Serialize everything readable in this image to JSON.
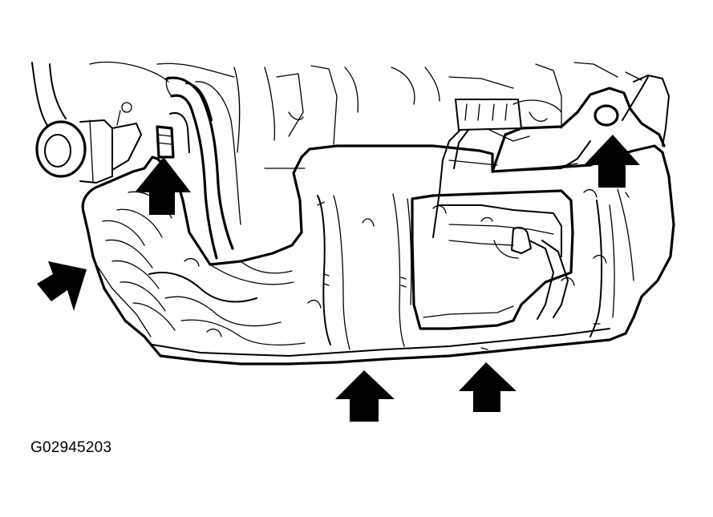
{
  "figure": {
    "id_label": "G02945203"
  },
  "arrows": [
    {
      "name": "arrow-upper-left-bolt",
      "direction": "up"
    },
    {
      "name": "arrow-upper-right-bolt",
      "direction": "up"
    },
    {
      "name": "arrow-left-side",
      "direction": "diagonal-up-right"
    },
    {
      "name": "arrow-bottom-center",
      "direction": "up"
    },
    {
      "name": "arrow-bottom-right",
      "direction": "up"
    }
  ],
  "colors": {
    "ink": "#000000",
    "paper": "#ffffff"
  }
}
